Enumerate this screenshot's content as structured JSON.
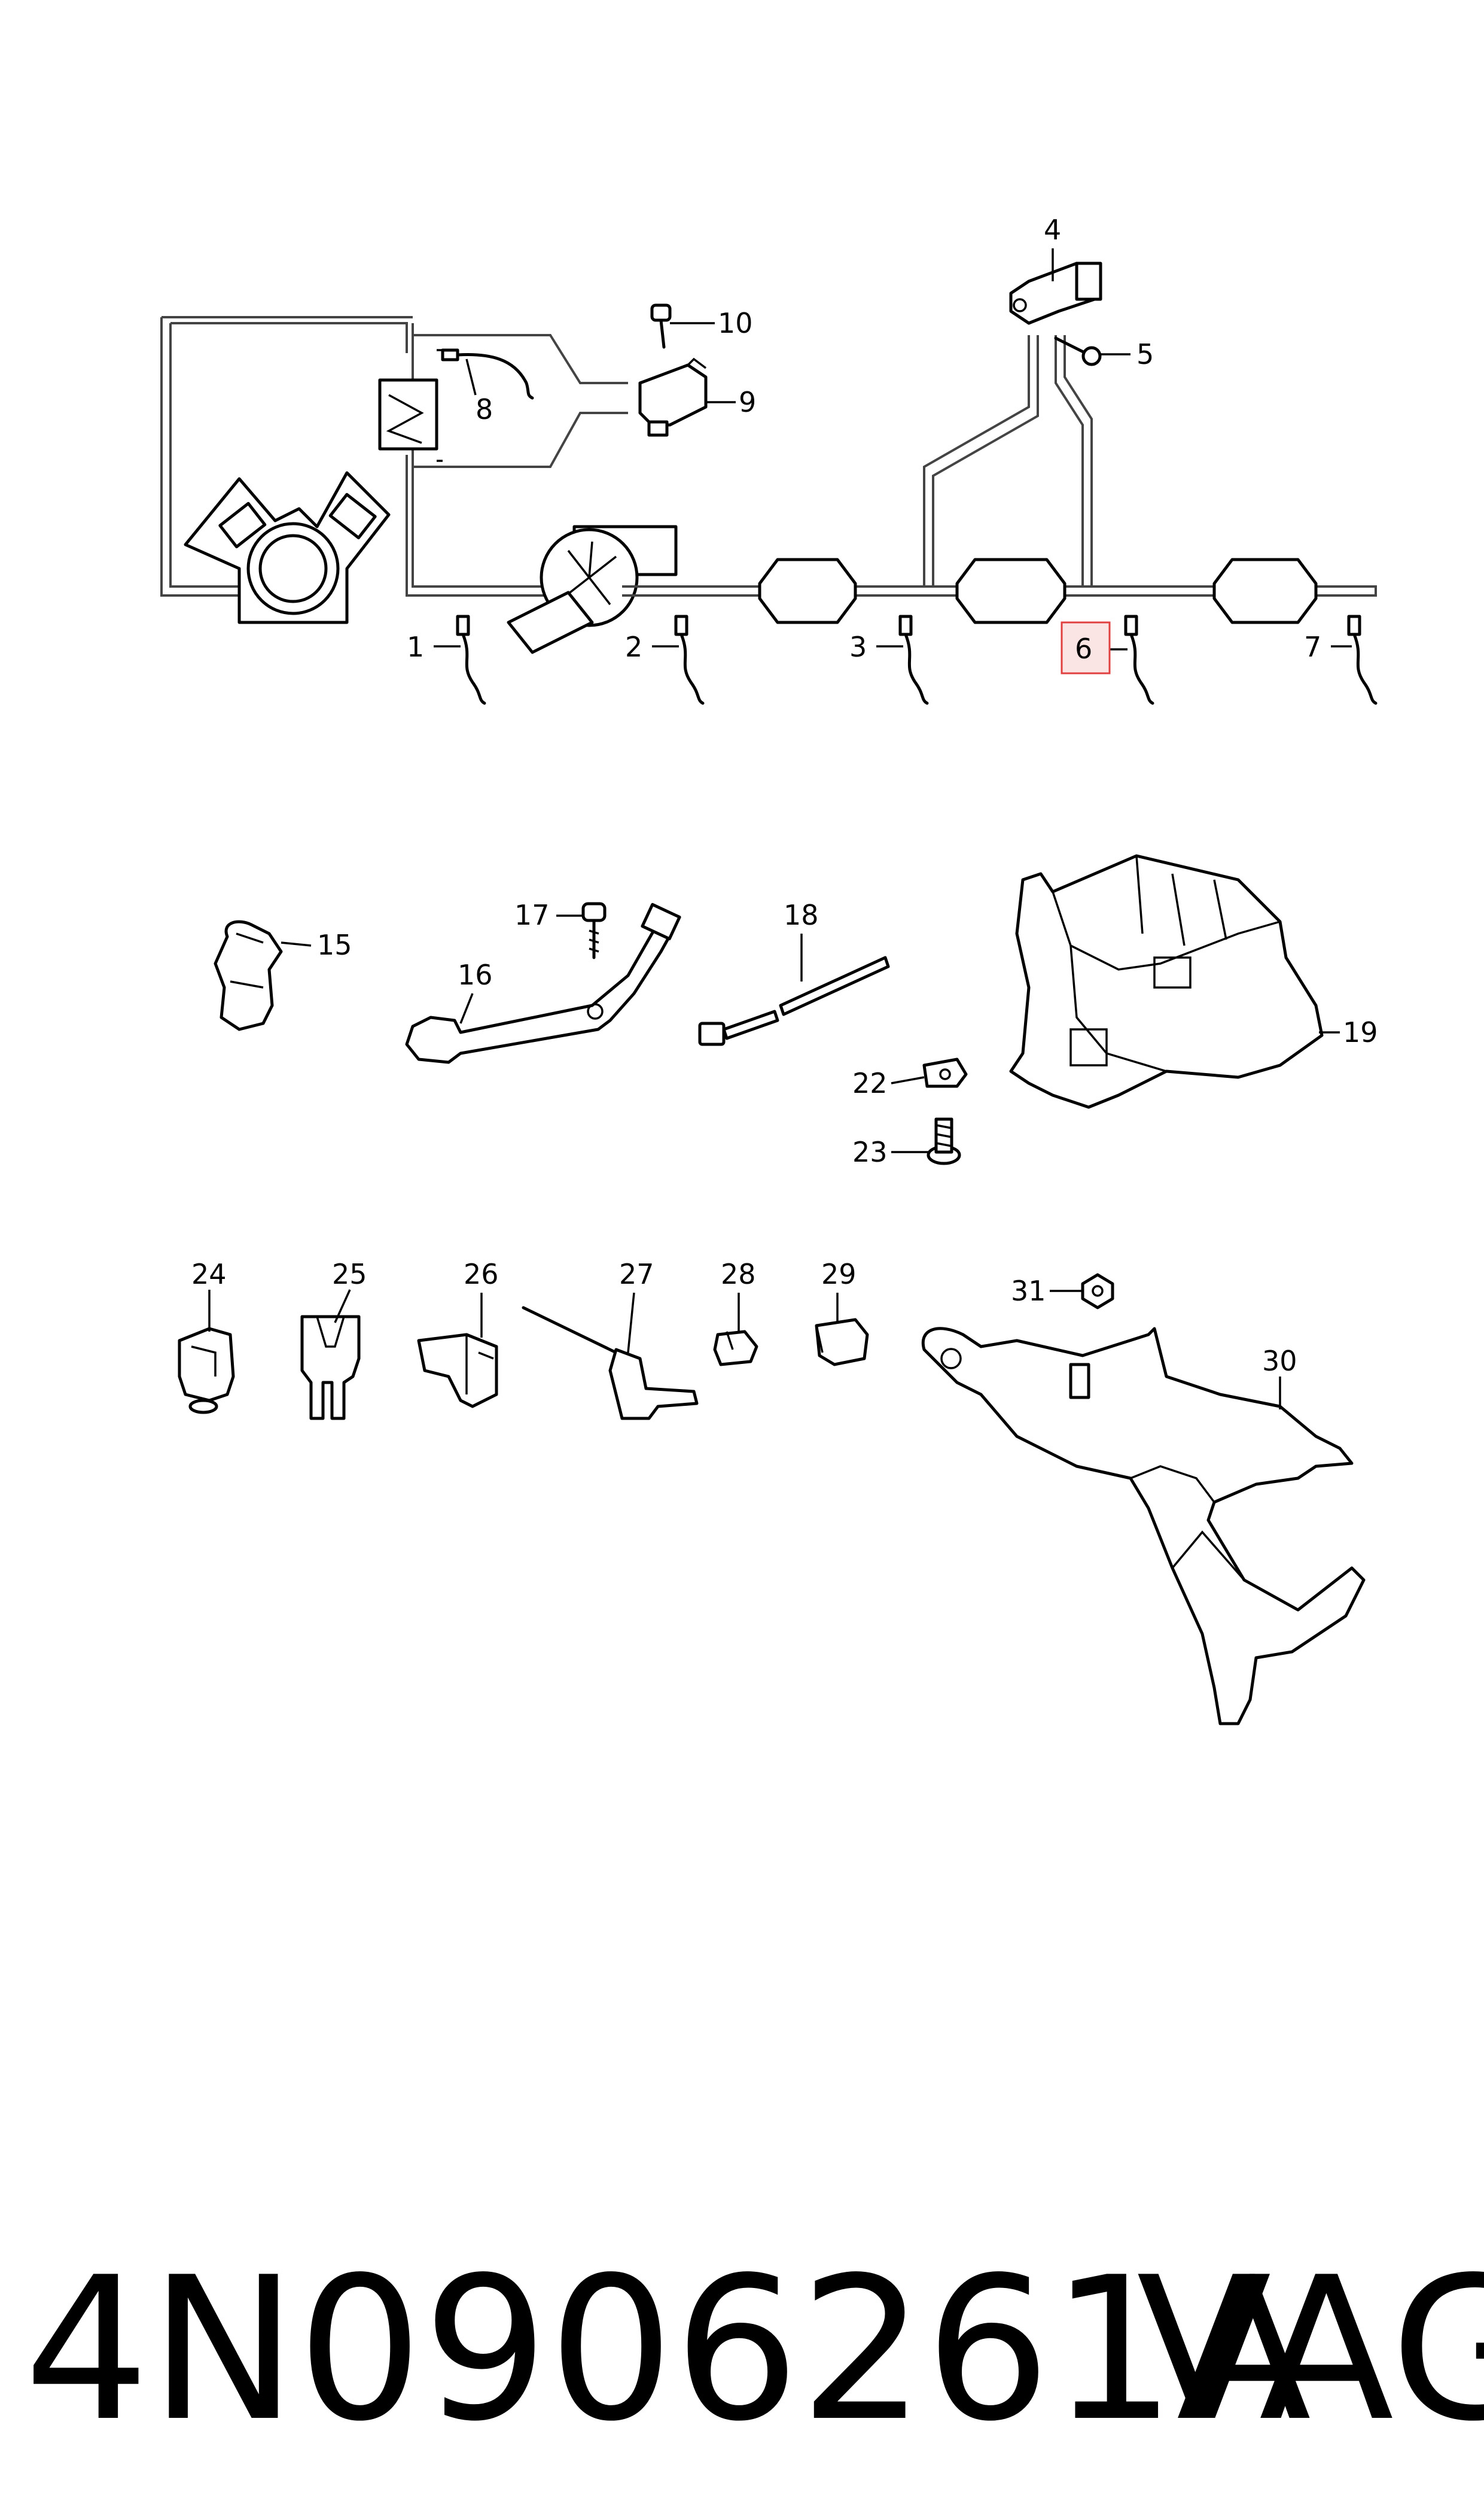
{
  "callouts": {
    "c1": "1",
    "c2": "2",
    "c3": "3",
    "c4": "4",
    "c5": "5",
    "c6": "6",
    "c7": "7",
    "c8": "8",
    "c9": "9",
    "c10": "10",
    "c15": "15",
    "c16": "16",
    "c17": "17",
    "c18": "18",
    "c19": "19",
    "c22": "22",
    "c23": "23",
    "c24": "24",
    "c25": "25",
    "c26": "26",
    "c27": "27",
    "c28": "28",
    "c29": "29",
    "c30": "30",
    "c31": "31"
  },
  "highlight": {
    "callout": "6",
    "color": "#e04040"
  },
  "footer": {
    "part_number": "4N0906261A",
    "brand": "VAG"
  }
}
